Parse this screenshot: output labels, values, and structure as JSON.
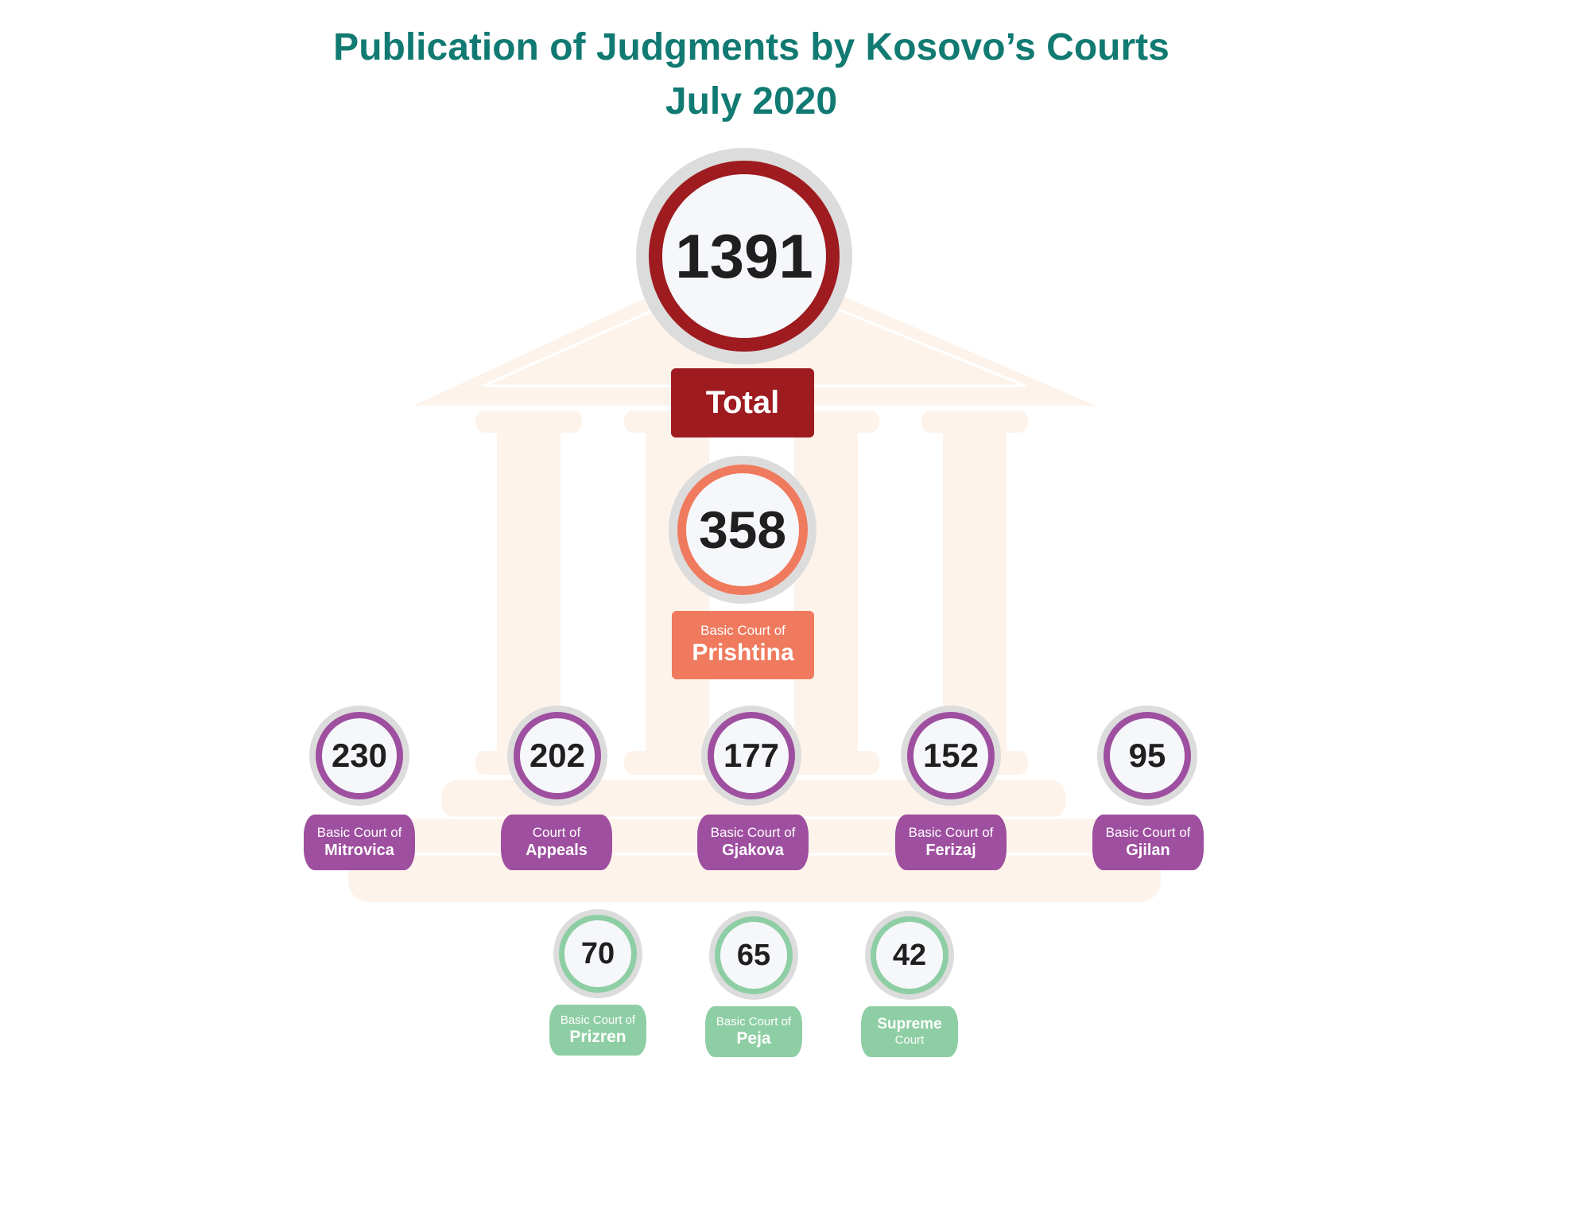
{
  "title": {
    "line1": "Publication of Judgments by Kosovo’s Courts",
    "line2": "July 2020"
  },
  "colors": {
    "title": "#117a72",
    "total": "#9e1b20",
    "prishtina": "#f07a5e",
    "purple": "#9e4f9f",
    "green": "#8ecea4",
    "building": "#fdf3ea"
  },
  "total": {
    "value": "1391",
    "label": "Total"
  },
  "prishtina": {
    "value": "358",
    "small": "Basic Court of",
    "big": "Prishtina"
  },
  "courts_row1": [
    {
      "value": "230",
      "small": "Basic Court of",
      "big": "Mitrovica"
    },
    {
      "value": "202",
      "small": "Court of",
      "big": "Appeals"
    },
    {
      "value": "177",
      "small": "Basic Court of",
      "big": "Gjakova"
    },
    {
      "value": "152",
      "small": "Basic Court of",
      "big": "Ferizaj"
    },
    {
      "value": "95",
      "small": "Basic Court of",
      "big": "Gjilan"
    }
  ],
  "courts_row2": [
    {
      "value": "70",
      "small": "Basic Court of",
      "big": "Prizren"
    },
    {
      "value": "65",
      "small": "Basic Court of",
      "big": "Peja"
    },
    {
      "value": "42",
      "big": "Supreme",
      "small": "Court"
    }
  ]
}
